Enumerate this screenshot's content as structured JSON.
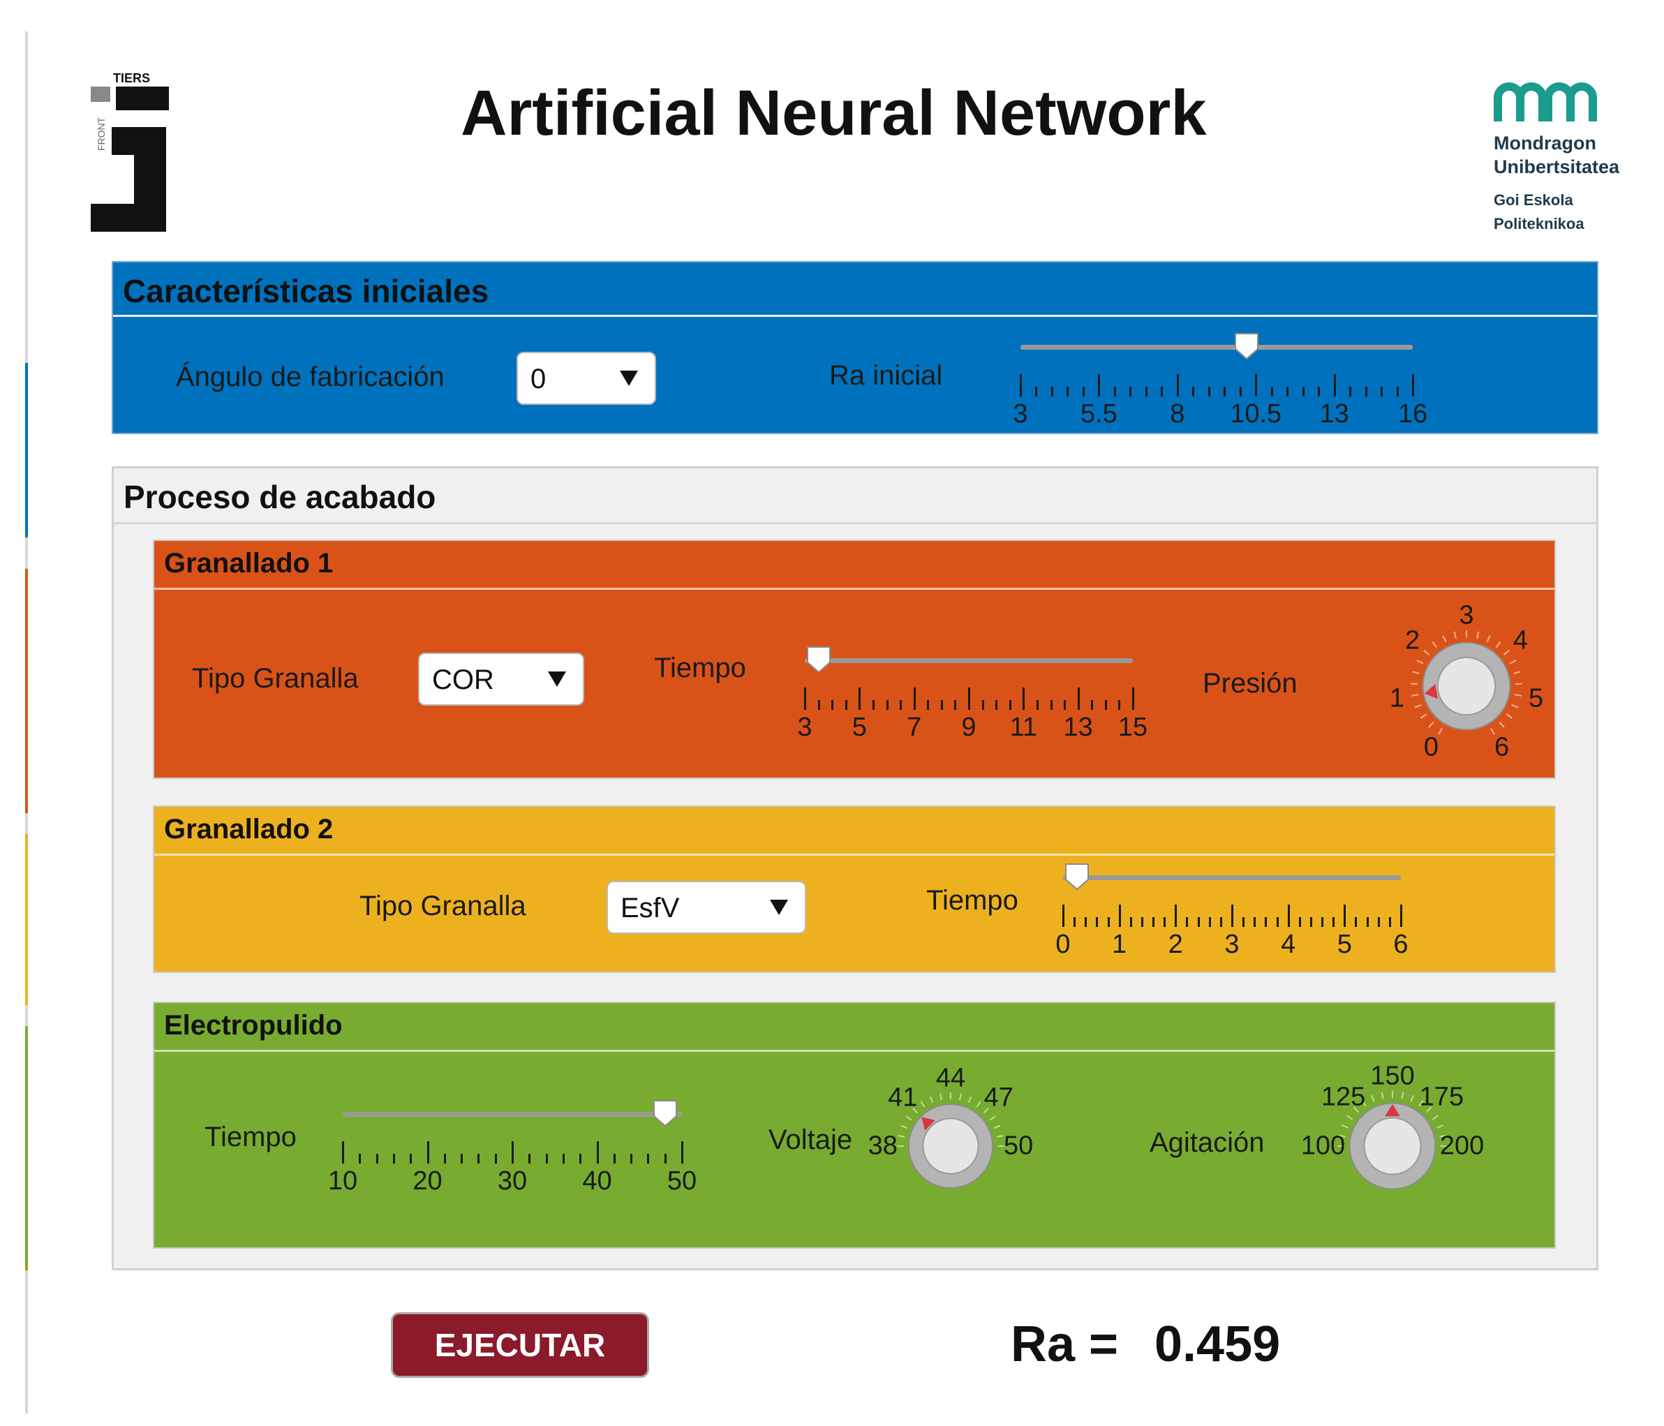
{
  "header": {
    "title": "Artificial Neural Network",
    "logo_left_text": "TIERS FRONT 5",
    "logo_right": {
      "name_line1": "Mondragon",
      "name_line2": "Unibertsitatea",
      "school_line1": "Goi Eskola",
      "school_line2": "Politeknikoa",
      "brand_color": "#1a9c8e"
    }
  },
  "caracteristicas": {
    "title": "Características iniciales",
    "angulo": {
      "label": "Ángulo de fabricación",
      "value": "0"
    },
    "ra_inicial": {
      "label": "Ra inicial",
      "min": 3,
      "max": 16,
      "value": 10.5,
      "ticks": [
        "3",
        "5.5",
        "8",
        "10.5",
        "13",
        "16"
      ]
    }
  },
  "proceso": {
    "title": "Proceso de acabado",
    "granallado1": {
      "title": "Granallado 1",
      "tipo": {
        "label": "Tipo Granalla",
        "value": "COR"
      },
      "tiempo": {
        "label": "Tiempo",
        "min": 3,
        "max": 15,
        "value": 3.5,
        "ticks": [
          "3",
          "5",
          "7",
          "9",
          "11",
          "13",
          "15"
        ]
      },
      "presion": {
        "label": "Presión",
        "min": 0,
        "max": 6,
        "value": 1,
        "ticks": [
          "0",
          "1",
          "2",
          "3",
          "4",
          "5",
          "6"
        ]
      }
    },
    "granallado2": {
      "title": "Granallado 2",
      "tipo": {
        "label": "Tipo Granalla",
        "value": "EsfV"
      },
      "tiempo": {
        "label": "Tiempo",
        "min": 0,
        "max": 6,
        "value": 0.25,
        "ticks": [
          "0",
          "1",
          "2",
          "3",
          "4",
          "5",
          "6"
        ]
      }
    },
    "electropulido": {
      "title": "Electropulido",
      "tiempo": {
        "label": "Tiempo",
        "min": 10,
        "max": 50,
        "value": 48,
        "ticks": [
          "10",
          "20",
          "30",
          "40",
          "50"
        ]
      },
      "voltaje": {
        "label": "Voltaje",
        "min": 38,
        "max": 50,
        "value": 41,
        "ticks": [
          "38",
          "41",
          "44",
          "47",
          "50"
        ]
      },
      "agitacion": {
        "label": "Agitación",
        "min": 100,
        "max": 200,
        "value": 150,
        "ticks": [
          "100",
          "125",
          "150",
          "175",
          "200"
        ]
      }
    }
  },
  "actions": {
    "run_label": "EJECUTAR"
  },
  "result": {
    "label": "Ra =",
    "value": "0.459"
  },
  "colors": {
    "caracteristicas_bg": "#0072bd",
    "granallado1_bg": "#d95319",
    "granallado2_bg": "#edb120",
    "electropulido_bg": "#77ac30",
    "button_bg": "#8b1a2b",
    "knob_indicator": "#d9363e"
  }
}
